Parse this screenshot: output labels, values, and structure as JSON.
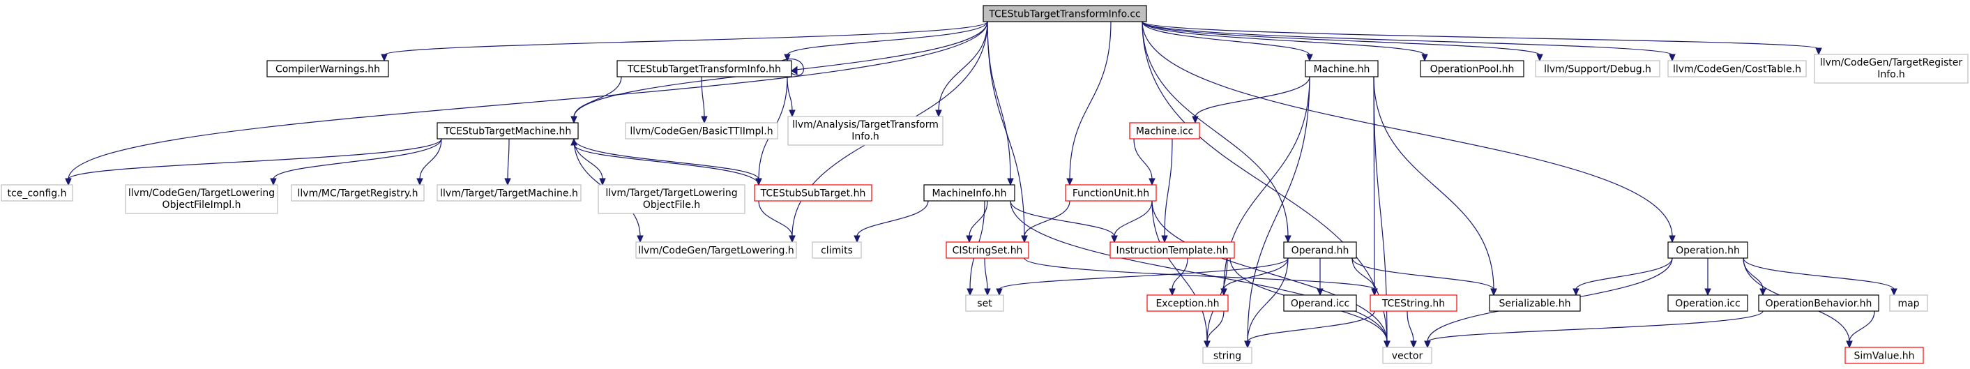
{
  "root_file": "TCEStubTargetTransformInfo.cc",
  "colors": {
    "edge": "#191970",
    "root_fill": "#bfbfbf",
    "border_doc": "#000000",
    "border_missing": "#bfbfbf",
    "border_truncated": "#ff0000",
    "text": "#000000"
  },
  "nodes": {
    "root": {
      "label": "TCEStubTargetTransformInfo.cc",
      "kind": "root"
    },
    "compilerwarnings": {
      "label": "CompilerWarnings.hh",
      "kind": "doc"
    },
    "tti_hh": {
      "label": "TCEStubTargetTransformInfo.hh",
      "kind": "doc"
    },
    "tce_config": {
      "label": "tce_config.h",
      "kind": "missing"
    },
    "stub_machine": {
      "label": "TCEStubTargetMachine.hh",
      "kind": "doc"
    },
    "basictti": {
      "label": "llvm/CodeGen/BasicTTIImpl.h",
      "kind": "missing"
    },
    "analysis_tti": {
      "label": "llvm/Analysis/TargetTransform\nInfo.h",
      "kind": "missing"
    },
    "tlof_impl": {
      "label": "llvm/CodeGen/TargetLowering\nObjectFileImpl.h",
      "kind": "missing"
    },
    "target_registry": {
      "label": "llvm/MC/TargetRegistry.h",
      "kind": "missing"
    },
    "target_machine": {
      "label": "llvm/Target/TargetMachine.h",
      "kind": "missing"
    },
    "tlof": {
      "label": "llvm/Target/TargetLowering\nObjectFile.h",
      "kind": "missing"
    },
    "stub_subtarget": {
      "label": "TCEStubSubTarget.hh",
      "kind": "truncated"
    },
    "target_lowering": {
      "label": "llvm/CodeGen/TargetLowering.h",
      "kind": "missing"
    },
    "climits": {
      "label": "climits",
      "kind": "missing"
    },
    "machineinfo": {
      "label": "MachineInfo.hh",
      "kind": "doc"
    },
    "cistringset": {
      "label": "CIStringSet.hh",
      "kind": "truncated"
    },
    "set": {
      "label": "set",
      "kind": "missing"
    },
    "functionunit": {
      "label": "FunctionUnit.hh",
      "kind": "truncated"
    },
    "machine_icc": {
      "label": "Machine.icc",
      "kind": "truncated"
    },
    "machine_hh": {
      "label": "Machine.hh",
      "kind": "doc"
    },
    "instr_template": {
      "label": "InstructionTemplate.hh",
      "kind": "truncated"
    },
    "exception": {
      "label": "Exception.hh",
      "kind": "truncated"
    },
    "operand_hh": {
      "label": "Operand.hh",
      "kind": "doc"
    },
    "operand_icc": {
      "label": "Operand.icc",
      "kind": "doc"
    },
    "tcestring": {
      "label": "TCEString.hh",
      "kind": "truncated"
    },
    "string": {
      "label": "string",
      "kind": "missing"
    },
    "vector": {
      "label": "vector",
      "kind": "missing"
    },
    "serializable": {
      "label": "Serializable.hh",
      "kind": "doc"
    },
    "operationpool": {
      "label": "OperationPool.hh",
      "kind": "doc"
    },
    "debug": {
      "label": "llvm/Support/Debug.h",
      "kind": "missing"
    },
    "costtable": {
      "label": "llvm/CodeGen/CostTable.h",
      "kind": "missing"
    },
    "target_reg_info": {
      "label": "llvm/CodeGen/TargetRegister\nInfo.h",
      "kind": "missing"
    },
    "operation_hh": {
      "label": "Operation.hh",
      "kind": "doc"
    },
    "operation_icc": {
      "label": "Operation.icc",
      "kind": "doc"
    },
    "opbehavior": {
      "label": "OperationBehavior.hh",
      "kind": "doc"
    },
    "map": {
      "label": "map",
      "kind": "missing"
    },
    "simvalue": {
      "label": "SimValue.hh",
      "kind": "truncated"
    }
  }
}
